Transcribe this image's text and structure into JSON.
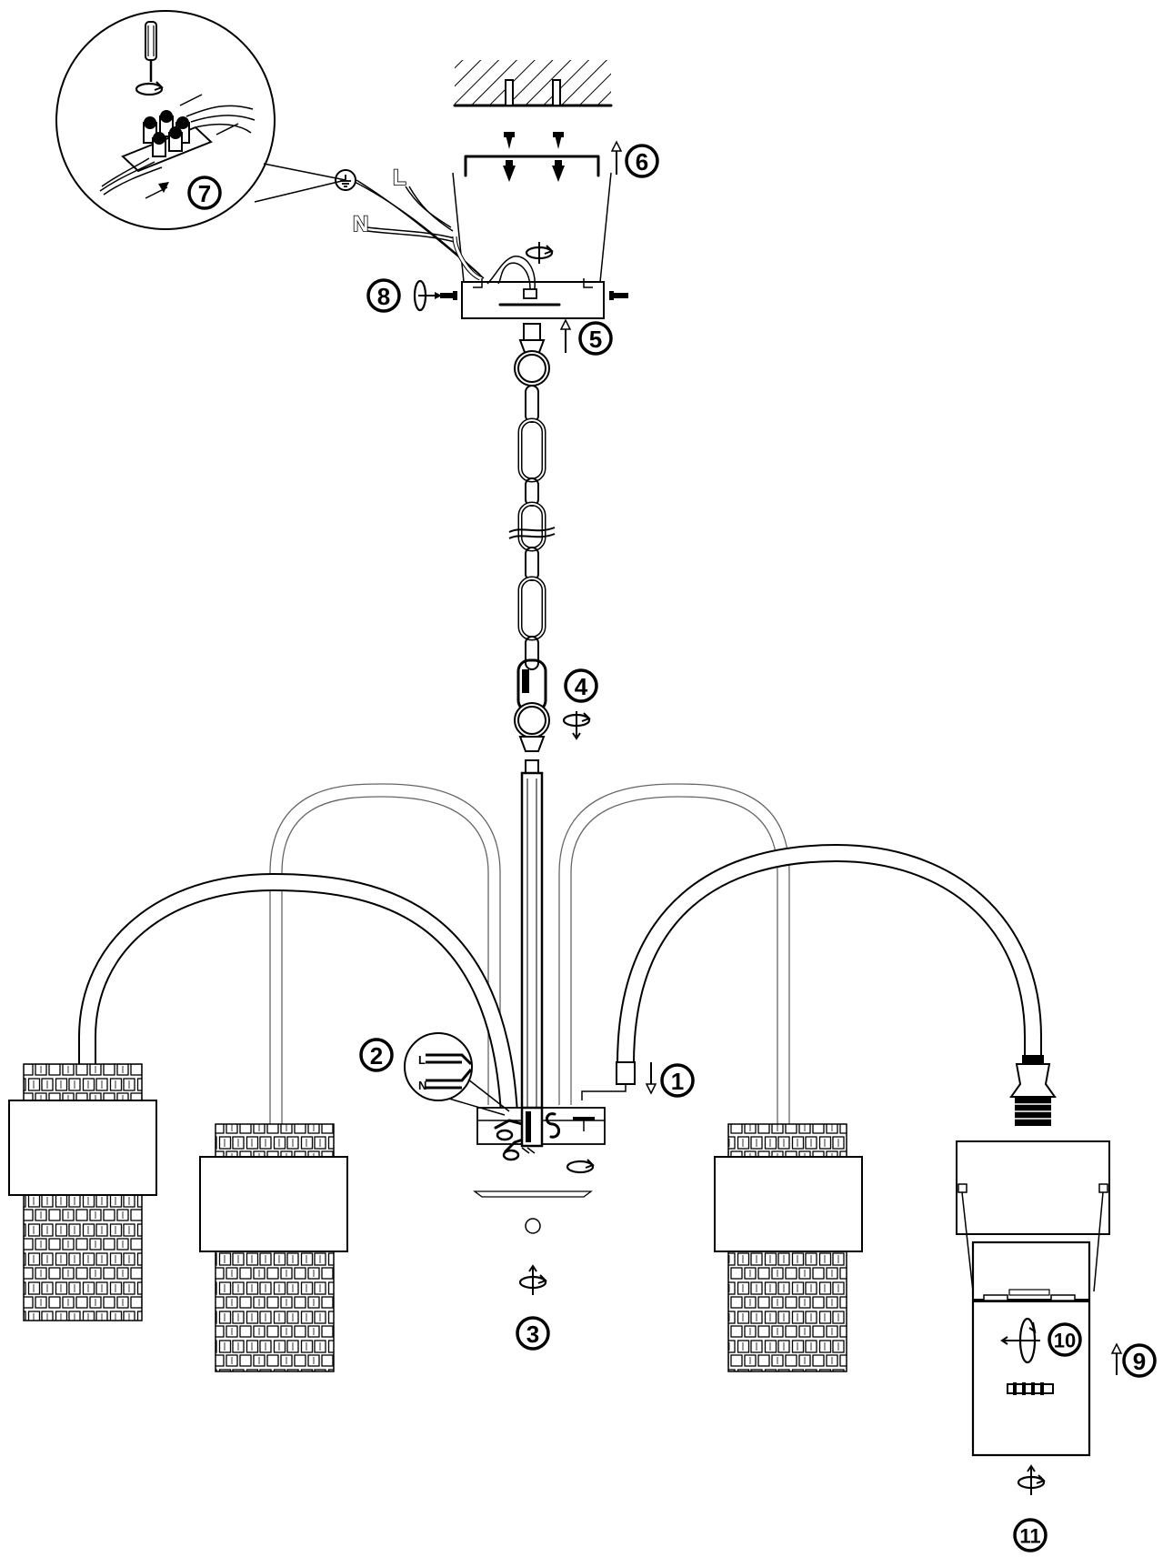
{
  "steps": [
    "1",
    "2",
    "3",
    "4",
    "5",
    "6",
    "7",
    "8",
    "9",
    "10",
    "11"
  ],
  "wire_labels": {
    "live": "L",
    "neutral": "N"
  },
  "icons": {
    "ceiling": "ceiling-hatch-icon",
    "screwdriver": "screwdriver-icon",
    "rotate": "rotate-arrow-icon",
    "earth": "earth-ground-icon",
    "chain": "chain-icon"
  },
  "colors": {
    "ink": "#000000",
    "ghost": "#666666",
    "paper": "#ffffff"
  }
}
